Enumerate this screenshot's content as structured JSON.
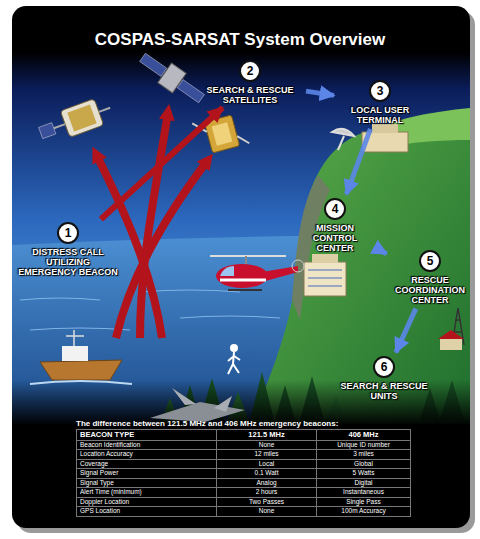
{
  "diagram": {
    "title": "COSPAS-SARSAT System Overview",
    "nodes": [
      {
        "text": [
          "1",
          "DISTRESS CALL UTILIZING EMERGENCY BEACON"
        ]
      },
      {
        "text": [
          "2",
          "SEARCH & RESCUE SATELLITES"
        ]
      },
      {
        "text": [
          "3",
          "LOCAL USER TERMINAL"
        ]
      },
      {
        "text": [
          "4",
          "MISSION CONTROL CENTER"
        ]
      },
      {
        "text": [
          "5",
          "RESCUE COORDINATION CENTER"
        ]
      },
      {
        "text": [
          "6",
          "SEARCH & RESCUE UNITS"
        ]
      }
    ],
    "edges": [
      {
        "from": 0,
        "to": 1,
        "arrow": "to"
      },
      {
        "from": 1,
        "to": 2,
        "arrow": "to"
      },
      {
        "from": 2,
        "to": 3,
        "arrow": "to"
      },
      {
        "from": 3,
        "to": 4,
        "arrow": "to"
      },
      {
        "from": 4,
        "to": 5,
        "arrow": "to"
      }
    ],
    "labels": [
      "The difference between 121.5 MHz and 406 MHz emergency beacons:",
      "BEACON TYPE",
      "121.5 MHz",
      "406 MHz",
      "Beacon Identification",
      "None",
      "Unique ID number",
      "Location Accuracy",
      "12 miles",
      "3 miles",
      "Coverage",
      "Local",
      "Global",
      "Signal Power",
      "0.1 Watt",
      "5 Watts",
      "Signal Type",
      "Analog",
      "Digital",
      "Alert Time (minimum)",
      "2 hours",
      "Instantaneous",
      "Doppler Location",
      "Two Passes",
      "Single Pass",
      "GPS Location",
      "None",
      "100m Accuracy"
    ]
  }
}
